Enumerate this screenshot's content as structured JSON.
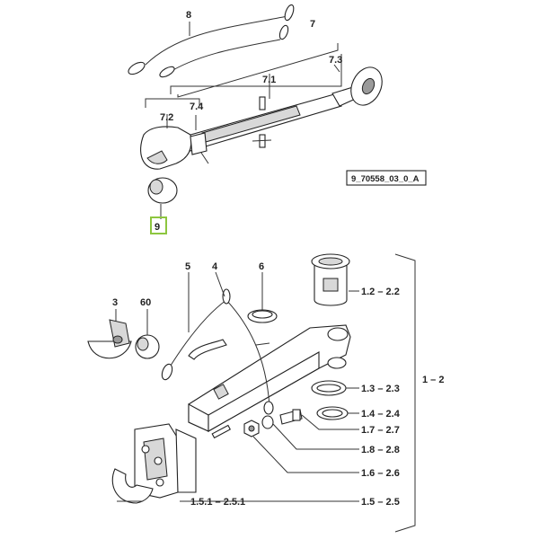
{
  "figure_code": "9_70558_03_0_A",
  "top_assembly": {
    "callouts": {
      "c8": "8",
      "c7": "7",
      "c7_1": "7.1",
      "c7_2": "7.2",
      "c7_3": "7.3",
      "c7_4": "7.4",
      "c9": "9"
    }
  },
  "bottom_assembly": {
    "callouts": {
      "c5": "5",
      "c4": "4",
      "c6": "6",
      "c3": "3",
      "c60": "60",
      "r1_2": "1.2 – 2.2",
      "r1_3": "1.3 – 2.3",
      "r1_4": "1.4 – 2.4",
      "r1_7": "1.7 – 2.7",
      "r1_8": "1.8 – 2.8",
      "r1_6": "1.6 – 2.6",
      "r1_5": "1.5 – 2.5",
      "l1_5_1": "1.5.1 – 2.5.1",
      "bracket": "1 – 2"
    }
  },
  "highlight_color": "#8dc63f",
  "highlighted_item": "9"
}
